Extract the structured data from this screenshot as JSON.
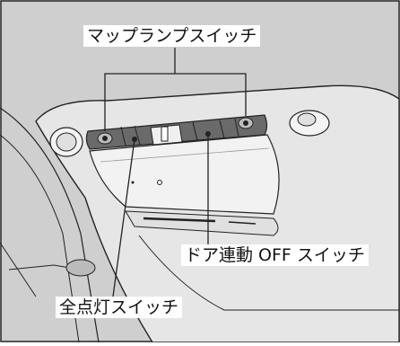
{
  "labels": {
    "map_lamp_switch": "マップランプスイッチ",
    "door_linked_off_switch": "ドア連動 OFF スイッチ",
    "all_on_switch": "全点灯スイッチ"
  },
  "colors": {
    "background": "#cfcfcf",
    "panel": "#f2f2f2",
    "switch_strip": "#6a6a6a",
    "line": "#222222"
  }
}
